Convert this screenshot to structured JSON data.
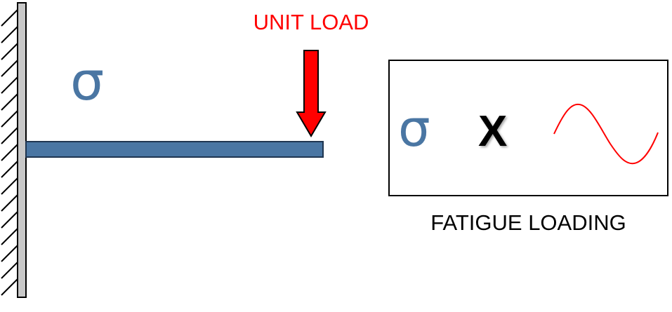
{
  "labels": {
    "unit_load": "UNIT LOAD",
    "sigma_beam": "σ",
    "sigma_box": "σ",
    "times": "X",
    "fatigue_loading": "FATIGUE LOADING"
  },
  "colors": {
    "beam_fill": "#4a76a3",
    "beam_stroke": "#1f3550",
    "load_arrow": "#ff0000",
    "unit_load_text": "#ff0000",
    "sigma": "#4a76a3",
    "wall": "#c8c8c8",
    "sine_wave": "#ff0000"
  },
  "icons": {
    "support": "fixed-wall-support-icon",
    "load": "down-arrow-icon",
    "signal": "sine-wave-icon"
  }
}
